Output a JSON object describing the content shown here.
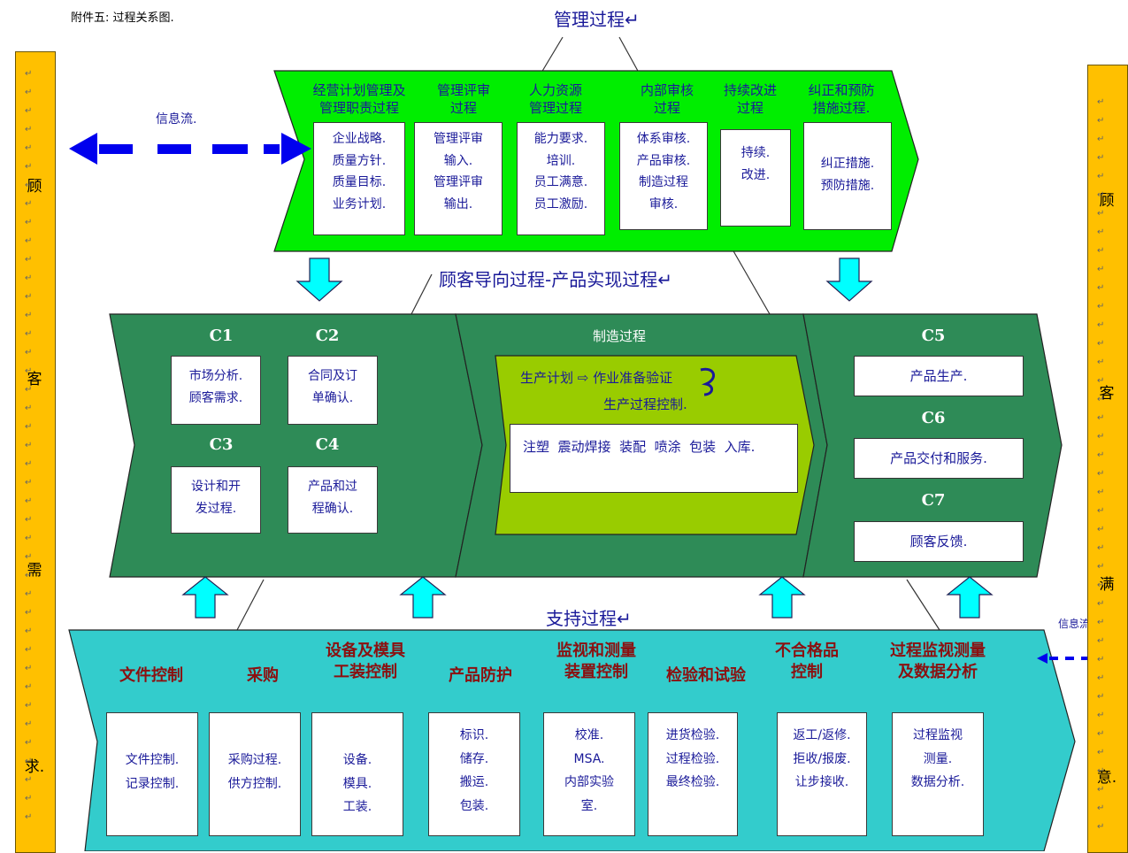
{
  "colors": {
    "bright_green": "#00EE00",
    "dark_green": "#2E8B57",
    "lime": "#99CC00",
    "cyan_band": "#33CCCC",
    "arrow_cyan": "#00FFFF",
    "side_yellow": "#FFC000",
    "title_blue": "#1a1a99",
    "heading_red": "#8b1010",
    "flow_blue": "#0000EE"
  },
  "annex_label": "附件五: 过程关系图.",
  "titles": {
    "management": "管理过程↵",
    "customer_oriented": "顾客导向过程-产品实现过程↵",
    "support": "支持过程↵",
    "manufacturing": "制造过程"
  },
  "info_flow": {
    "left": "信息流.",
    "right": "信息流."
  },
  "left_side": [
    "顾",
    "客",
    "需",
    "求."
  ],
  "right_side": [
    "顾",
    "客",
    "满",
    "意."
  ],
  "management_processes": [
    {
      "heading": "经营计划管理及\n管理职责过程",
      "content": "企业战略.\n质量方针.\n质量目标.\n业务计划."
    },
    {
      "heading": "管理评审\n过程",
      "content": "管理评审\n输入.\n管理评审\n输出."
    },
    {
      "heading": "人力资源\n管理过程",
      "content": "能力要求.\n培训.\n员工满意.\n员工激励."
    },
    {
      "heading": "内部审核\n过程",
      "content": "体系审核.\n产品审核.\n制造过程\n审核."
    },
    {
      "heading": "持续改进\n过程",
      "content": "持续.\n改进."
    },
    {
      "heading": "纠正和预防\n措施过程.",
      "content": "纠正措施.\n预防措施."
    }
  ],
  "customer_processes": [
    {
      "code": "C1",
      "content": "市场分析.\n顾客需求."
    },
    {
      "code": "C2",
      "content": "合同及订\n单确认."
    },
    {
      "code": "C3",
      "content": "设计和开\n发过程."
    },
    {
      "code": "C4",
      "content": "产品和过\n程确认."
    },
    {
      "code": "C5",
      "content": "产品生产."
    },
    {
      "code": "C6",
      "content": "产品交付和服务."
    },
    {
      "code": "C7",
      "content": "顾客反馈."
    }
  ],
  "manufacturing": {
    "flow_line1": "生产计划 ⇨ 作业准备验证",
    "flow_line2": "生产过程控制.",
    "steps": "注塑  震动焊接  装配  喷涂  包装  入库."
  },
  "support_processes": [
    {
      "heading": "文件控制",
      "content": "文件控制.\n记录控制."
    },
    {
      "heading": "采购",
      "content": "采购过程.\n供方控制."
    },
    {
      "heading": "设备及模具\n工装控制",
      "content": "设备.\n模具.\n工装."
    },
    {
      "heading": "产品防护",
      "content": "标识.\n储存.\n搬运.\n包装."
    },
    {
      "heading": "监视和测量\n装置控制",
      "content": "校准.\nMSA.\n内部实验\n室."
    },
    {
      "heading": "检验和试验",
      "content": "进货检验.\n过程检验.\n最终检验."
    },
    {
      "heading": "不合格品\n控制",
      "content": "返工/返修.\n拒收/报废.\n让步接收."
    },
    {
      "heading": "过程监视测量\n及数据分析",
      "content": "过程监视\n测量.\n数据分析."
    }
  ]
}
